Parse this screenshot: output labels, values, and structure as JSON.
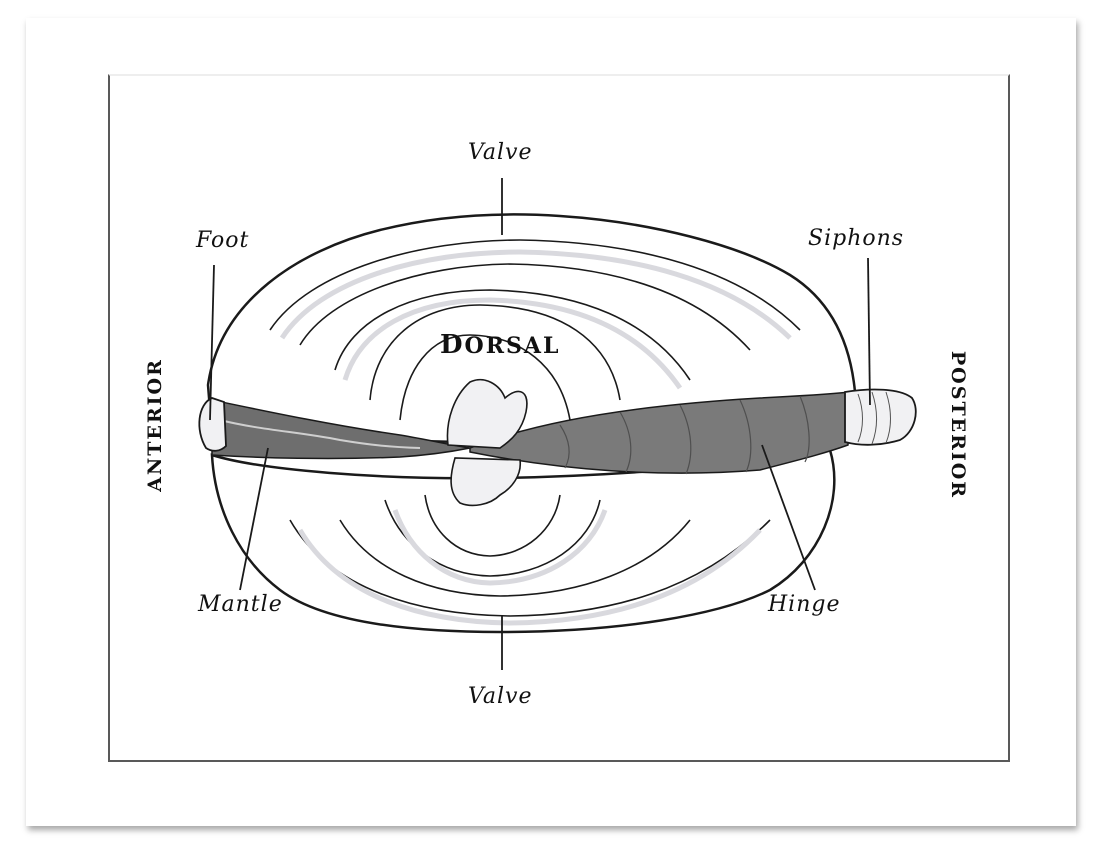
{
  "labels": {
    "valve_top": "Valve",
    "valve_bottom": "Valve",
    "foot": "Foot",
    "siphons": "Siphons",
    "mantle": "Mantle",
    "hinge": "Hinge",
    "dorsal_initial": "D",
    "dorsal_rest": "ORSAL",
    "anterior": "ANTERIOR",
    "posterior": "POSTERIOR"
  },
  "colors": {
    "outline": "#1a1a1a",
    "shell_fill": "#ffffff",
    "shade": "#d9d9de",
    "mantle_dark": "#6e6e6e",
    "hinge_dark": "#7a7a7a",
    "frame": "#595959"
  }
}
